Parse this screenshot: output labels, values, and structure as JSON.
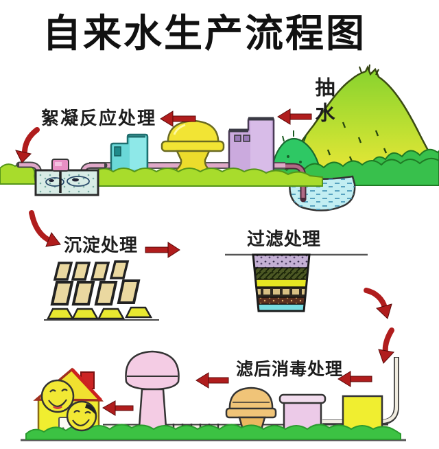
{
  "title": "自来水生产流程图",
  "stages": [
    {
      "id": "pump",
      "label": "抽水"
    },
    {
      "id": "flocculation",
      "label": "絮凝反应处理"
    },
    {
      "id": "sedimentation",
      "label": "沉淀处理"
    },
    {
      "id": "filtration",
      "label": "过滤处理"
    },
    {
      "id": "disinfection",
      "label": "滤后消毒处理"
    }
  ],
  "flow_order": [
    "抽水",
    "絮凝反应处理",
    "沉淀处理",
    "过滤处理",
    "滤后消毒处理"
  ],
  "colors": {
    "arrow_red": "#b01d1d",
    "grass_green": "#a8dc2c",
    "bush_green": "#38c04c",
    "pond_cyan": "#c2eef2",
    "pipe_pink": "#e0a8c8",
    "tower_yellow": "#f2e434",
    "building_purple": "#cbaade",
    "building_cyan": "#6ad8d8",
    "tower_pink": "#f4cce4",
    "tower_orange": "#f0c478",
    "house_yellow": "#f0ee30"
  }
}
